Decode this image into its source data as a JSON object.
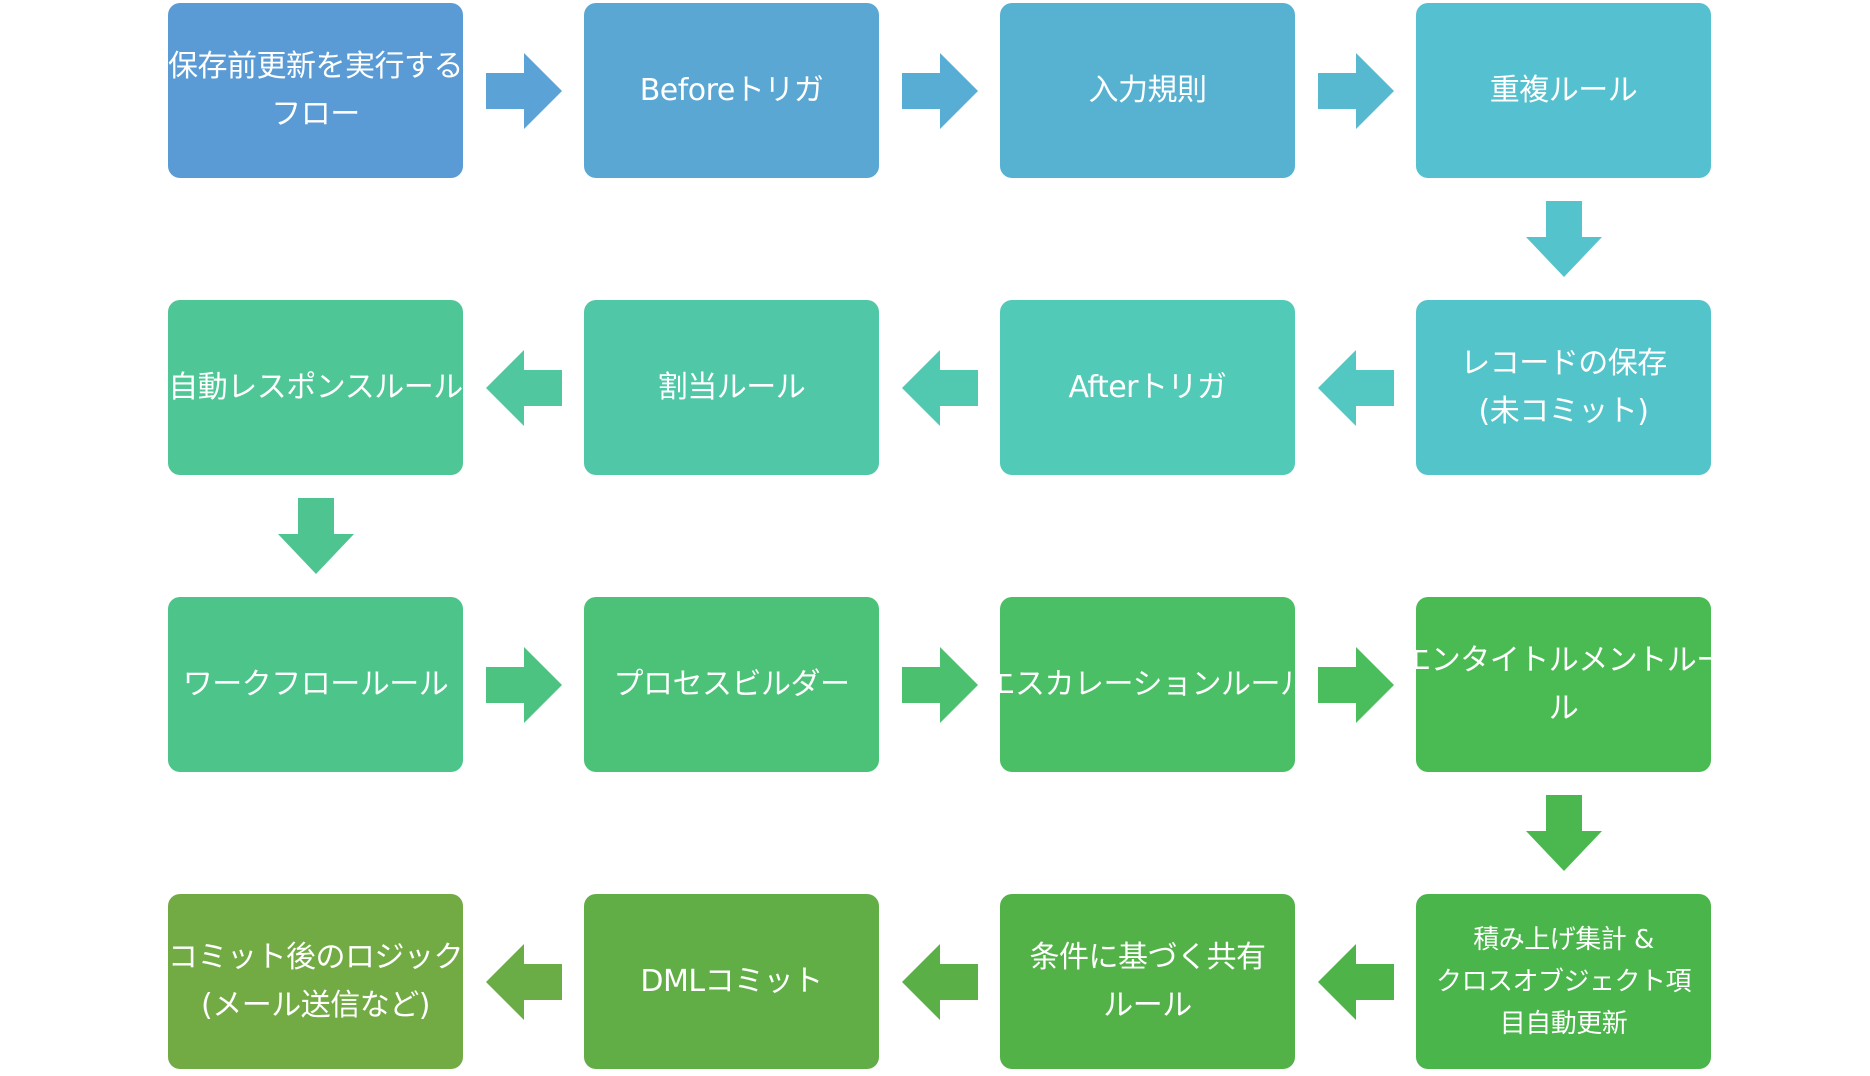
{
  "steps": [
    {
      "lines": [
        "保存前更新を実行する",
        "フロー"
      ],
      "color": "#5b9bd5"
    },
    {
      "lines": [
        "Beforeトリガ"
      ],
      "color": "#5aa7d3"
    },
    {
      "lines": [
        "入力規則"
      ],
      "color": "#57b2d2"
    },
    {
      "lines": [
        "重複ルール"
      ],
      "color": "#55c0cf"
    },
    {
      "lines": [
        "レコードの保存",
        "(未コミット)"
      ],
      "color": "#54c4cb"
    },
    {
      "lines": [
        "Afterトリガ"
      ],
      "color": "#52cab8"
    },
    {
      "lines": [
        "割当ルール"
      ],
      "color": "#50c8a8"
    },
    {
      "lines": [
        "自動レスポンスルール"
      ],
      "color": "#4fc696"
    },
    {
      "lines": [
        "ワークフロールール"
      ],
      "color": "#4dc48a"
    },
    {
      "lines": [
        "プロセスビルダー"
      ],
      "color": "#4cc278"
    },
    {
      "lines": [
        "エスカレーションルール"
      ],
      "color": "#4bbf66"
    },
    {
      "lines": [
        "エンタイトルメントルー",
        "ル"
      ],
      "color": "#4abb52"
    },
    {
      "lines": [
        "積み上げ集計 &",
        "クロスオブジェクト項",
        "目自動更新"
      ],
      "color": "#4ab54a"
    },
    {
      "lines": [
        "条件に基づく共有",
        "ルール"
      ],
      "color": "#52b247"
    },
    {
      "lines": [
        "DMLコミット"
      ],
      "color": "#62ae46"
    },
    {
      "lines": [
        "コミット後のロジック",
        "(メール送信など)"
      ],
      "color": "#72ab44"
    }
  ],
  "arrows": [
    {
      "dir": "right",
      "color": "#5ba2d6"
    },
    {
      "dir": "right",
      "color": "#58add4"
    },
    {
      "dir": "right",
      "color": "#56b9d0"
    },
    {
      "dir": "down",
      "color": "#55c3cc"
    },
    {
      "dir": "left",
      "color": "#53c7c2"
    },
    {
      "dir": "left",
      "color": "#51c9b0"
    },
    {
      "dir": "left",
      "color": "#50c79f"
    },
    {
      "dir": "down",
      "color": "#4ec590"
    },
    {
      "dir": "right",
      "color": "#4cc381"
    },
    {
      "dir": "right",
      "color": "#4bc06f"
    },
    {
      "dir": "right",
      "color": "#4abd5c"
    },
    {
      "dir": "down",
      "color": "#4ab84e"
    },
    {
      "dir": "left",
      "color": "#4eb348"
    },
    {
      "dir": "left",
      "color": "#5ab046"
    },
    {
      "dir": "left",
      "color": "#6aac45"
    }
  ]
}
